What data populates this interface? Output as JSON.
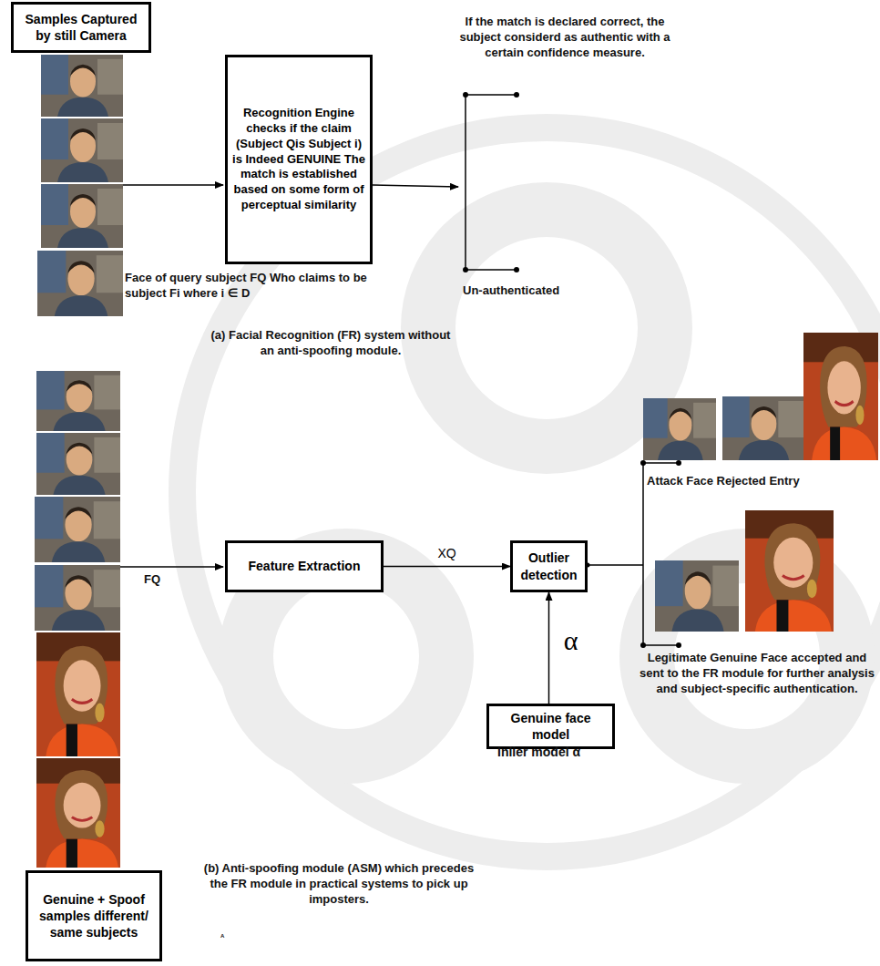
{
  "diagram": {
    "nodes": [
      {
        "text": [
          "Samples Captured by still Camera"
        ]
      },
      {
        "text": [
          "Recognition Engine checks if the claim (Subject Qis Subject i) is Indeed GENUINE The match is established based on some form of perceptual similarity"
        ]
      },
      {
        "text": [
          "Feature Extraction"
        ]
      },
      {
        "text": [
          "Outlier detection"
        ]
      },
      {
        "text": [
          "Genuine face model"
        ]
      },
      {
        "text": [
          "Genuine + Spoof samples different/ same subjects"
        ]
      }
    ],
    "edges": [
      {
        "from": 2,
        "to": 3,
        "arrow": "to",
        "label": "XQ"
      },
      {
        "from": 4,
        "to": 3,
        "arrow": "to",
        "label": "α"
      }
    ],
    "labels": [
      "If the match is declared correct, the subject considerd as authentic with a certain confidence measure.",
      "Un-authenticated",
      "Face of query subject FQ Who claims to be subject Fi where i ∈ D",
      "(a) Facial Recognition (FR) system without an anti-spoofing module.",
      "FQ",
      "Attack Face Rejected Entry",
      "Legitimate Genuine Face accepted and sent to the FR module for further analysis and subject-specific authentication.",
      "Inlier model α",
      "(b) Anti-spoofing module (ASM) which precedes the FR module in practical systems to pick up imposters.",
      "A"
    ]
  }
}
